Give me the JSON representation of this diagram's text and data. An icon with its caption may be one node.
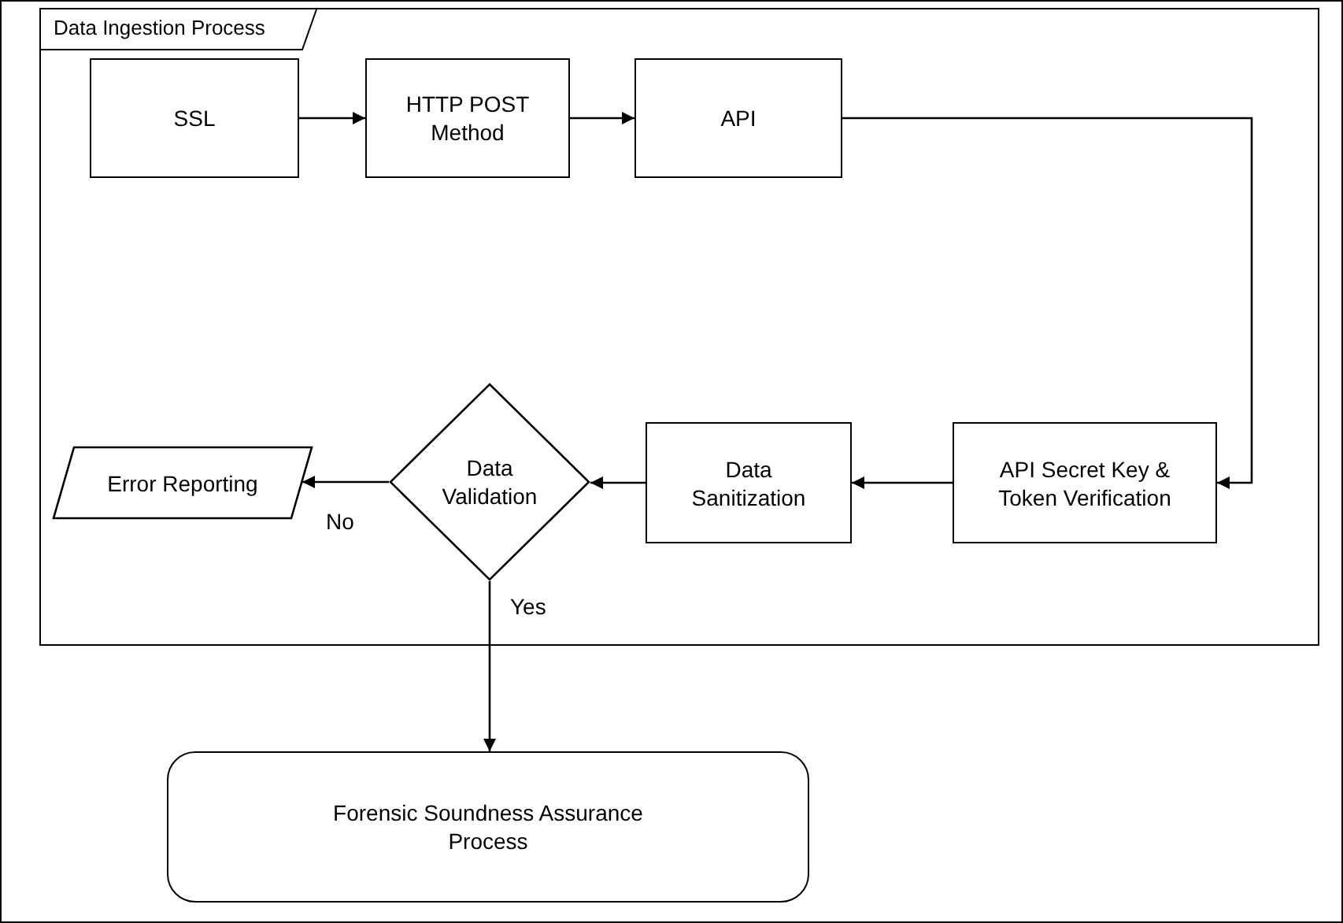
{
  "diagram": {
    "nodes": [
      {
        "text": [
          "Data Ingestion Process"
        ]
      },
      {
        "text": [
          "SSL"
        ],
        "in": 0
      },
      {
        "text": [
          "HTTP POST Method"
        ],
        "in": 0
      },
      {
        "text": [
          "API"
        ],
        "in": 0
      },
      {
        "text": [
          "API Secret Key & Token Verification"
        ],
        "in": 0
      },
      {
        "text": [
          "Data Sanitization"
        ],
        "in": 0
      },
      {
        "text": [
          "Data Validation"
        ],
        "in": 0
      },
      {
        "text": [
          "Error Reporting"
        ],
        "in": 0
      },
      {
        "text": [
          "Forensic Soundness Assurance Process"
        ]
      }
    ],
    "edges": [
      {
        "from": 1,
        "to": 2,
        "arrow": "to"
      },
      {
        "from": 2,
        "to": 3,
        "arrow": "to"
      },
      {
        "from": 3,
        "to": 4,
        "arrow": "to"
      },
      {
        "from": 4,
        "to": 5,
        "arrow": "to"
      },
      {
        "from": 5,
        "to": 6,
        "arrow": "to"
      },
      {
        "from": 6,
        "to": 7,
        "arrow": "to",
        "label": "No"
      },
      {
        "from": 6,
        "to": 8,
        "arrow": "to",
        "label": "Yes"
      }
    ]
  }
}
